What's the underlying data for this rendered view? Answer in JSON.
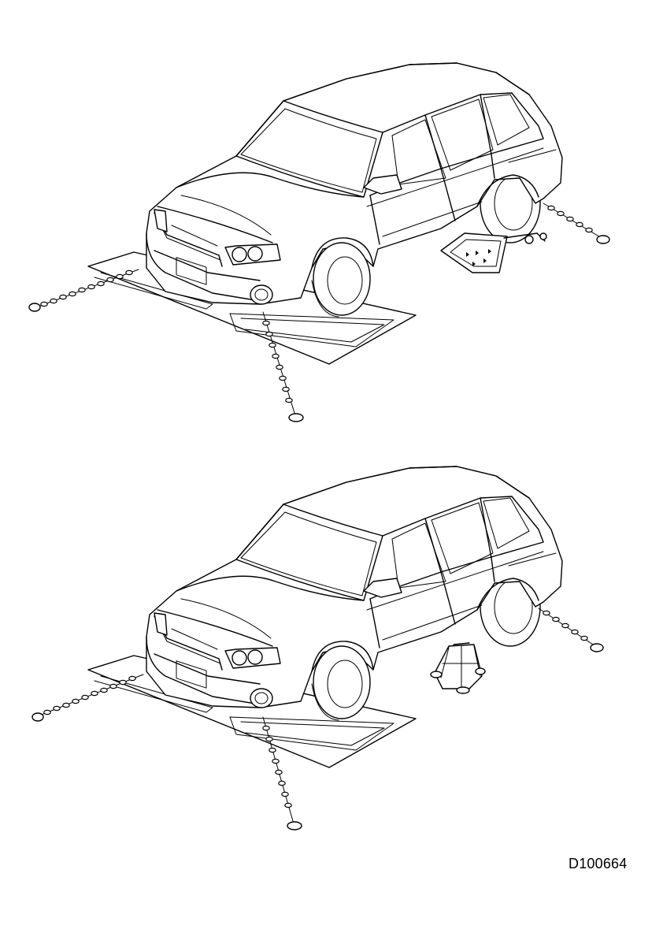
{
  "figure_code": "D100664",
  "colors": {
    "line": "#000000",
    "background": "#ffffff"
  },
  "illustrations": [
    {
      "subject": "suv-on-wheel-alignment-plates",
      "rear_support": "wheel-dolly"
    },
    {
      "subject": "suv-on-wheel-alignment-plates",
      "rear_support": "jack-stand"
    }
  ]
}
